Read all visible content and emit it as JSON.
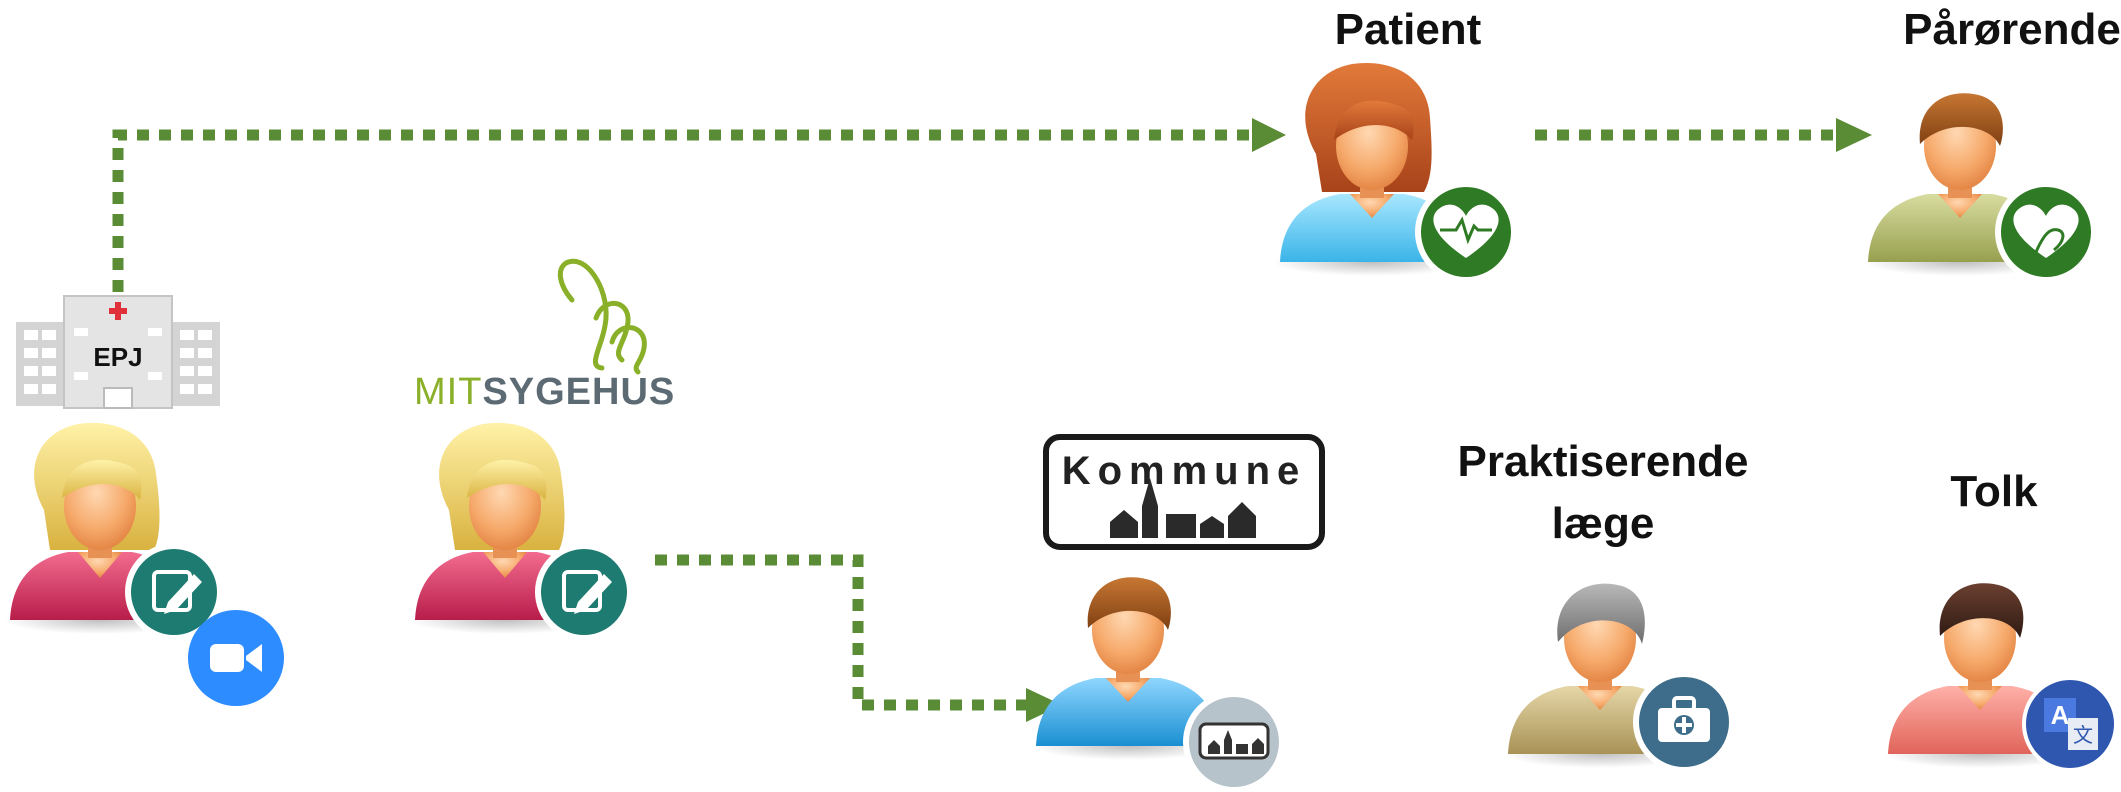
{
  "colors": {
    "arrow": "#5a8b35",
    "skin": "#f6a96a",
    "icon_green": "#2f7a24",
    "icon_teal": "#1d7b71",
    "icon_blue": "#2d8cff",
    "icon_steel": "#3d6d8a"
  },
  "labels": {
    "patient": "Patient",
    "paarorende": "Pårørende",
    "praktiserende_line1": "Praktiserende",
    "praktiserende_line2": "læge",
    "tolk": "Tolk"
  },
  "logos": {
    "epj": "EPJ",
    "mitsygehus_mit": "MIT",
    "mitsygehus_sygehus": "SYGEHUS",
    "kommune": "Kommune"
  },
  "icons": {
    "patient_badge": "heart-pulse-icon",
    "relative_badge": "heart-hand-icon",
    "doctor_badge": "edit-icon",
    "video_badge": "video-camera-icon",
    "municipality_badge": "town-skyline-icon",
    "gp_badge": "medical-kit-icon",
    "interpreter_badge": "translate-icon"
  }
}
